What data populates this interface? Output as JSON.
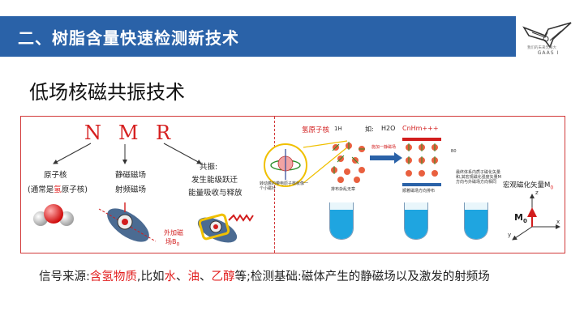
{
  "header": {
    "title": "二、树脂含量快速检测新技术",
    "logo_caption": "我们的未来无限大",
    "logo_text": "GAAS I"
  },
  "subtitle": "低场核磁共振技术",
  "left_panel": {
    "letters": [
      "N",
      "M",
      "R"
    ],
    "nucleus_label": "原子核",
    "nucleus_note_pre": "(通常是",
    "nucleus_note_hl": "氢",
    "nucleus_note_post": "原子核)",
    "field_label_1": "静磁磁场",
    "field_label_2": "射频磁场",
    "resonance_label": "共振:",
    "resonance_line1": "发生能级跃迁",
    "resonance_line2": "能量吸收与释放",
    "external_field_1": "外加磁",
    "external_field_2": "场B",
    "external_field_sub": "0"
  },
  "right_panel": {
    "hydrogen_label": "氢原子核",
    "hydrogen_symbol": "1H",
    "such_as": "如:",
    "water": "H2O",
    "hydrocarbon": "CnHm+++",
    "apply_field": "施加一静磁场",
    "spin_caption": "转动着的带电原子核就像一个小磁针",
    "random_caption": "排布杂乱无章",
    "aligned_caption": "顺着磁场方向排布",
    "vector_caption": "最终体系内质子磁化矢量和,其宏观磁化强度矢量M方向与外磁场方向相同",
    "macro_label": "宏观磁化矢量M",
    "macro_sub": "0",
    "axis_z": "z",
    "axis_x": "x",
    "axis_y": "y",
    "b0": "B0",
    "m_label": "M",
    "m_sub": "0"
  },
  "caption": {
    "part1": "信号来源:",
    "part2": "含氢物质",
    "part3": ",比如",
    "part4": "水",
    "part5": "、",
    "part6": "油",
    "part7": "、",
    "part8": "乙醇",
    "part9": "等;检测基础:磁体产生的静磁场以及激发的射频场"
  },
  "colors": {
    "header_bar": "#2a62a8",
    "accent_red": "#e21f1f",
    "frame_red": "#d23a3a",
    "liquid_blue": "#1fa5e0"
  }
}
